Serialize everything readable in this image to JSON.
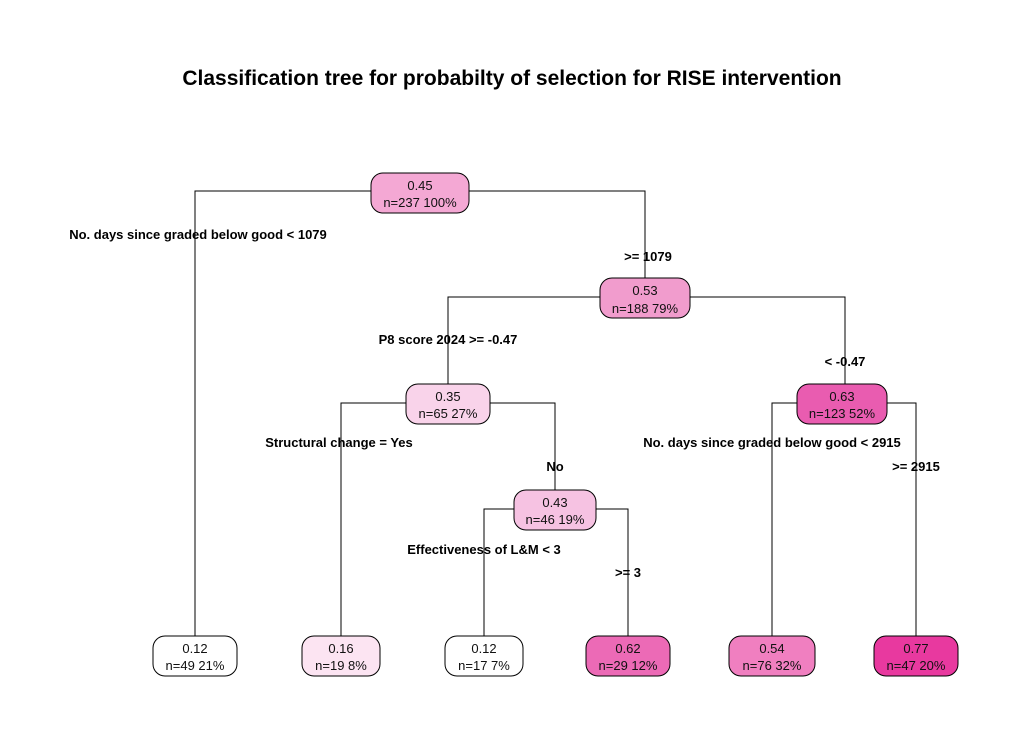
{
  "title": "Classification tree for probabilty of selection for RISE intervention",
  "colors": {
    "n0": "#f4a8d4",
    "n1": "#f19ccd",
    "n2": "#f9d3ea",
    "n3": "#e95cb0",
    "n4": "#f6c2e2",
    "leaf_a": "#ffffff",
    "leaf_b": "#fce4f2",
    "leaf_c": "#ffffff",
    "leaf_d": "#ec6ab6",
    "leaf_e": "#f07fc0",
    "leaf_f": "#e8399f"
  },
  "nodes": {
    "n0": {
      "value": "0.45",
      "count": "n=237  100%"
    },
    "n1": {
      "value": "0.53",
      "count": "n=188  79%"
    },
    "n2": {
      "value": "0.35",
      "count": "n=65  27%"
    },
    "n3": {
      "value": "0.63",
      "count": "n=123  52%"
    },
    "n4": {
      "value": "0.43",
      "count": "n=46  19%"
    },
    "leaf_a": {
      "value": "0.12",
      "count": "n=49  21%"
    },
    "leaf_b": {
      "value": "0.16",
      "count": "n=19  8%"
    },
    "leaf_c": {
      "value": "0.12",
      "count": "n=17  7%"
    },
    "leaf_d": {
      "value": "0.62",
      "count": "n=29  12%"
    },
    "leaf_e": {
      "value": "0.54",
      "count": "n=76  32%"
    },
    "leaf_f": {
      "value": "0.77",
      "count": "n=47  20%"
    }
  },
  "splits": {
    "s0_left": "No. days since graded below good < 1079",
    "s0_right": ">= 1079",
    "s1_left": "P8 score 2024 >= -0.47",
    "s1_right": "< -0.47",
    "s2_left": "Structural change = Yes",
    "s2_right": "No",
    "s3_left": "No. days since graded below good < 2915",
    "s3_right": ">= 2915",
    "s4_left": "Effectiveness of L&M < 3",
    "s4_right": ">= 3"
  }
}
